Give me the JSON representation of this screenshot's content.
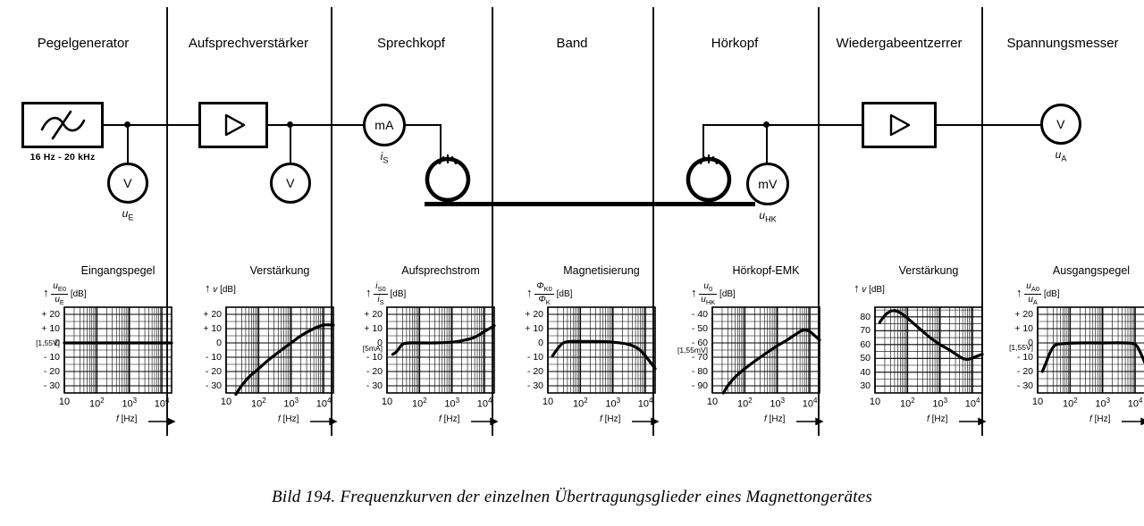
{
  "caption": "Bild 194. Frequenzkurven der einzelnen Übertragungsglieder eines Magnettongerätes",
  "columns": [
    {
      "title": "Pegelgenerator"
    },
    {
      "title": "Aufsprechverstärker"
    },
    {
      "title": "Sprechkopf"
    },
    {
      "title": "Band"
    },
    {
      "title": "Hörkopf"
    },
    {
      "title": "Wiedergabeentzerrer"
    },
    {
      "title": "Spannungsmesser"
    }
  ],
  "schematic": {
    "generator_range": "16 Hz - 20 kHz",
    "generator_symbol": "sweep-generator-icon",
    "amplifier_symbol": "triangle-amplifier-icon",
    "meters": [
      {
        "name": "voltmeter-input",
        "face": "V",
        "label_base": "u",
        "label_sub": "E"
      },
      {
        "name": "voltmeter-amp-out",
        "face": "V",
        "label_base": "",
        "label_sub": ""
      },
      {
        "name": "ammeter-record-current",
        "face": "mA",
        "label_base": "i",
        "label_sub": "S"
      },
      {
        "name": "millivoltmeter-playhead",
        "face": "mV",
        "label_base": "u",
        "label_sub": "HK"
      },
      {
        "name": "voltmeter-output",
        "face": "V",
        "label_base": "u",
        "label_sub": "A"
      }
    ]
  },
  "chart_data": [
    {
      "type": "line",
      "title": "Eingangspegel",
      "ylabel_num": "u",
      "ylabel_num_sub": "E0",
      "ylabel_den": "u",
      "ylabel_den_sub": "E",
      "yunit": "[dB]",
      "xlabel": "f [Hz]",
      "yticks": [
        "+ 20",
        "+ 10",
        "0",
        "- 10",
        "- 20",
        "- 30"
      ],
      "yvalues": [
        20,
        10,
        0,
        -10,
        -20,
        -30
      ],
      "ylim": [
        -35,
        25
      ],
      "yref_label": "[1,55V]",
      "yref_value": 0,
      "xticks": [
        "10",
        "10²",
        "10³",
        "10⁴"
      ],
      "xlim": [
        10,
        20000
      ],
      "grid": true,
      "series": [
        {
          "name": "Eingangspegel",
          "x": [
            10,
            20,
            100,
            1000,
            10000,
            20000
          ],
          "y": [
            0,
            0,
            0,
            0,
            0,
            0
          ]
        }
      ]
    },
    {
      "type": "line",
      "title": "Verstärkung",
      "ylabel_num": "v",
      "ylabel_num_sub": "",
      "ylabel_den": "",
      "ylabel_den_sub": "",
      "yunit": "[dB]",
      "xlabel": "f [Hz]",
      "yticks": [
        "+ 20",
        "+ 10",
        "0",
        "- 10",
        "- 20",
        "- 30"
      ],
      "yvalues": [
        20,
        10,
        0,
        -10,
        -20,
        -30
      ],
      "ylim": [
        -35,
        25
      ],
      "yref_label": "",
      "yref_value": null,
      "xticks": [
        "10",
        "10²",
        "10³",
        "10⁴"
      ],
      "xlim": [
        10,
        20000
      ],
      "grid": true,
      "series": [
        {
          "name": "Verstärkung Aufsprechverstärker",
          "x": [
            20,
            30,
            50,
            100,
            200,
            500,
            1000,
            2000,
            5000,
            10000,
            20000
          ],
          "y": [
            -36,
            -30,
            -24,
            -18,
            -12,
            -5,
            0,
            5,
            10,
            12.5,
            12.5
          ]
        }
      ]
    },
    {
      "type": "line",
      "title": "Aufsprechstrom",
      "ylabel_num": "i",
      "ylabel_num_sub": "S0",
      "ylabel_den": "i",
      "ylabel_den_sub": "S",
      "yunit": "[dB]",
      "xlabel": "f [Hz]",
      "yticks": [
        "+ 20",
        "+ 10",
        "0",
        "- 10",
        "- 20",
        "- 30"
      ],
      "yvalues": [
        20,
        10,
        0,
        -10,
        -20,
        -30
      ],
      "ylim": [
        -35,
        25
      ],
      "yref_label": "[5mA]",
      "yref_value": -4,
      "xticks": [
        "10",
        "10²",
        "10³",
        "10⁴"
      ],
      "xlim": [
        10,
        20000
      ],
      "grid": true,
      "series": [
        {
          "name": "Aufsprechstrom",
          "x": [
            15,
            20,
            30,
            50,
            100,
            300,
            1000,
            2000,
            5000,
            10000,
            20000
          ],
          "y": [
            -8,
            -6,
            -1,
            0,
            0,
            0,
            0.5,
            1.5,
            4,
            8,
            12
          ]
        }
      ]
    },
    {
      "type": "line",
      "title": "Magnetisierung",
      "ylabel_num": "Φ",
      "ylabel_num_sub": "K0",
      "ylabel_den": "Φ",
      "ylabel_den_sub": "K",
      "yunit": "[dB]",
      "xlabel": "f [Hz]",
      "yticks": [
        "+ 20",
        "+ 10",
        "0",
        "- 10",
        "- 20",
        "- 30"
      ],
      "yvalues": [
        20,
        10,
        0,
        -10,
        -20,
        -30
      ],
      "ylim": [
        -35,
        25
      ],
      "yref_label": "",
      "yref_value": null,
      "xticks": [
        "10",
        "10²",
        "10³",
        "10⁴"
      ],
      "xlim": [
        10,
        20000
      ],
      "grid": true,
      "series": [
        {
          "name": "Magnetisierung",
          "x": [
            14,
            20,
            30,
            50,
            100,
            300,
            1000,
            3000,
            6000,
            10000,
            20000
          ],
          "y": [
            -9,
            -4,
            0,
            1,
            1,
            1,
            0.5,
            -1,
            -4,
            -9,
            -18
          ]
        }
      ]
    },
    {
      "type": "line",
      "title": "Hörkopf-EMK",
      "ylabel_num": "u",
      "ylabel_num_sub": "0",
      "ylabel_den": "u",
      "ylabel_den_sub": "HK",
      "yunit": "[dB]",
      "xlabel": "f [Hz]",
      "yticks": [
        "- 40",
        "- 50",
        "- 60",
        "- 70",
        "- 80",
        "- 90"
      ],
      "yvalues": [
        -40,
        -50,
        -60,
        -70,
        -80,
        -90
      ],
      "ylim": [
        -95,
        -35
      ],
      "yref_label": "[1,55mV]",
      "yref_value": -65,
      "xticks": [
        "10",
        "10²",
        "10³",
        "10⁴"
      ],
      "xlim": [
        10,
        20000
      ],
      "grid": true,
      "series": [
        {
          "name": "Hörkopf-EMK",
          "x": [
            22,
            30,
            50,
            100,
            300,
            1000,
            2000,
            5000,
            7000,
            10000,
            20000
          ],
          "y": [
            -95,
            -90,
            -84,
            -78,
            -70,
            -62,
            -58,
            -52,
            -51,
            -52,
            -58
          ]
        }
      ]
    },
    {
      "type": "line",
      "title": "Verstärkung",
      "ylabel_num": "v",
      "ylabel_num_sub": "",
      "ylabel_den": "",
      "ylabel_den_sub": "",
      "yunit": "[dB]",
      "xlabel": "f [Hz]",
      "yticks": [
        "80",
        "70",
        "60",
        "50",
        "40",
        "30"
      ],
      "yvalues": [
        80,
        70,
        60,
        50,
        40,
        30
      ],
      "ylim": [
        25,
        87
      ],
      "yref_label": "",
      "yref_value": null,
      "xticks": [
        "10",
        "10²",
        "10³",
        "10⁴"
      ],
      "xlim": [
        10,
        20000
      ],
      "grid": true,
      "series": [
        {
          "name": "Verstärkung Wiedergabeentzerrer",
          "x": [
            14,
            20,
            30,
            40,
            60,
            100,
            200,
            500,
            1000,
            2000,
            5000,
            8000,
            12000,
            20000
          ],
          "y": [
            76,
            81,
            84,
            84.5,
            83,
            79,
            73,
            65,
            60,
            56,
            50,
            49.5,
            51,
            53
          ]
        }
      ]
    },
    {
      "type": "line",
      "title": "Ausgangspegel",
      "ylabel_num": "u",
      "ylabel_num_sub": "A0",
      "ylabel_den": "u",
      "ylabel_den_sub": "A",
      "yunit": "[dB]",
      "xlabel": "f [Hz]",
      "yticks": [
        "+ 20",
        "+ 10",
        "0",
        "- 10",
        "- 20",
        "- 30"
      ],
      "yvalues": [
        20,
        10,
        0,
        -10,
        -20,
        -30
      ],
      "ylim": [
        -35,
        25
      ],
      "yref_label": "[1,55V]",
      "yref_value": -3,
      "xticks": [
        "10",
        "10²",
        "10³",
        "10⁴"
      ],
      "xlim": [
        10,
        20000
      ],
      "grid": true,
      "series": [
        {
          "name": "Ausgangspegel",
          "x": [
            14,
            18,
            25,
            35,
            60,
            200,
            1000,
            5000,
            10000,
            14000,
            20000
          ],
          "y": [
            -20,
            -14,
            -6,
            -1.5,
            -0.5,
            0,
            0,
            0,
            -1,
            -6,
            -14
          ]
        }
      ]
    }
  ]
}
